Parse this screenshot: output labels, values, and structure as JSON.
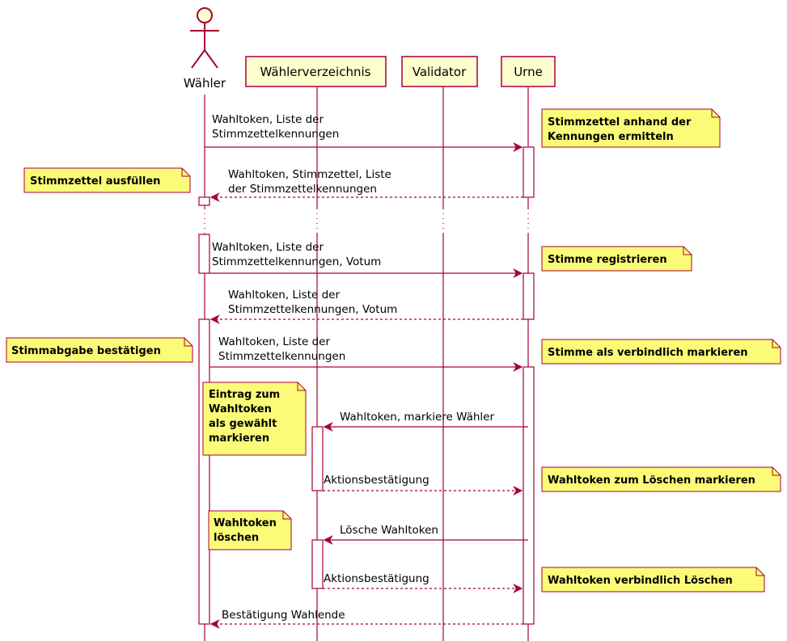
{
  "participants": {
    "waehler": "Wähler",
    "verzeichnis": "Wählerverzeichnis",
    "validator": "Validator",
    "urne": "Urne"
  },
  "messages": {
    "m1": [
      "Wahltoken, Liste der",
      "Stimmzettelkennungen"
    ],
    "m2": [
      "Wahltoken, Stimmzettel, Liste",
      "der Stimmzettelkennungen"
    ],
    "m3": [
      "Wahltoken, Liste der",
      "Stimmzettelkennungen, Votum"
    ],
    "m4": [
      "Wahltoken, Liste der",
      "Stimmzettelkennungen, Votum"
    ],
    "m5": [
      "Wahltoken, Liste der",
      "Stimmzettelkennungen"
    ],
    "m6": [
      "Wahltoken, markiere Wähler"
    ],
    "m7": [
      "Aktionsbestätigung"
    ],
    "m8": [
      "Lösche Wahltoken"
    ],
    "m9": [
      "Aktionsbestätigung"
    ],
    "m10": [
      "Bestätigung Wahlende"
    ]
  },
  "notes": {
    "n1": [
      "Stimmzettel anhand der",
      "Kennungen ermitteln"
    ],
    "n2": [
      "Stimmzettel ausfüllen"
    ],
    "n3": [
      "Stimme registrieren"
    ],
    "n4": [
      "Stimmabgabe bestätigen"
    ],
    "n5": [
      "Stimme als verbindlich markieren"
    ],
    "n6": [
      "Eintrag zum",
      "Wahltoken",
      "als gewählt",
      "markieren"
    ],
    "n7": [
      "Wahltoken zum Löschen markieren"
    ],
    "n8": [
      "Wahltoken",
      "löschen"
    ],
    "n9": [
      "Wahltoken verbindlich Löschen"
    ]
  },
  "colors": {
    "arrow": "#a80036",
    "lifeline": "#a80036",
    "participant_fill": "#fefece",
    "note_fill": "#fbfb77",
    "activation_fill": "#ffffff",
    "text": "#000000"
  }
}
